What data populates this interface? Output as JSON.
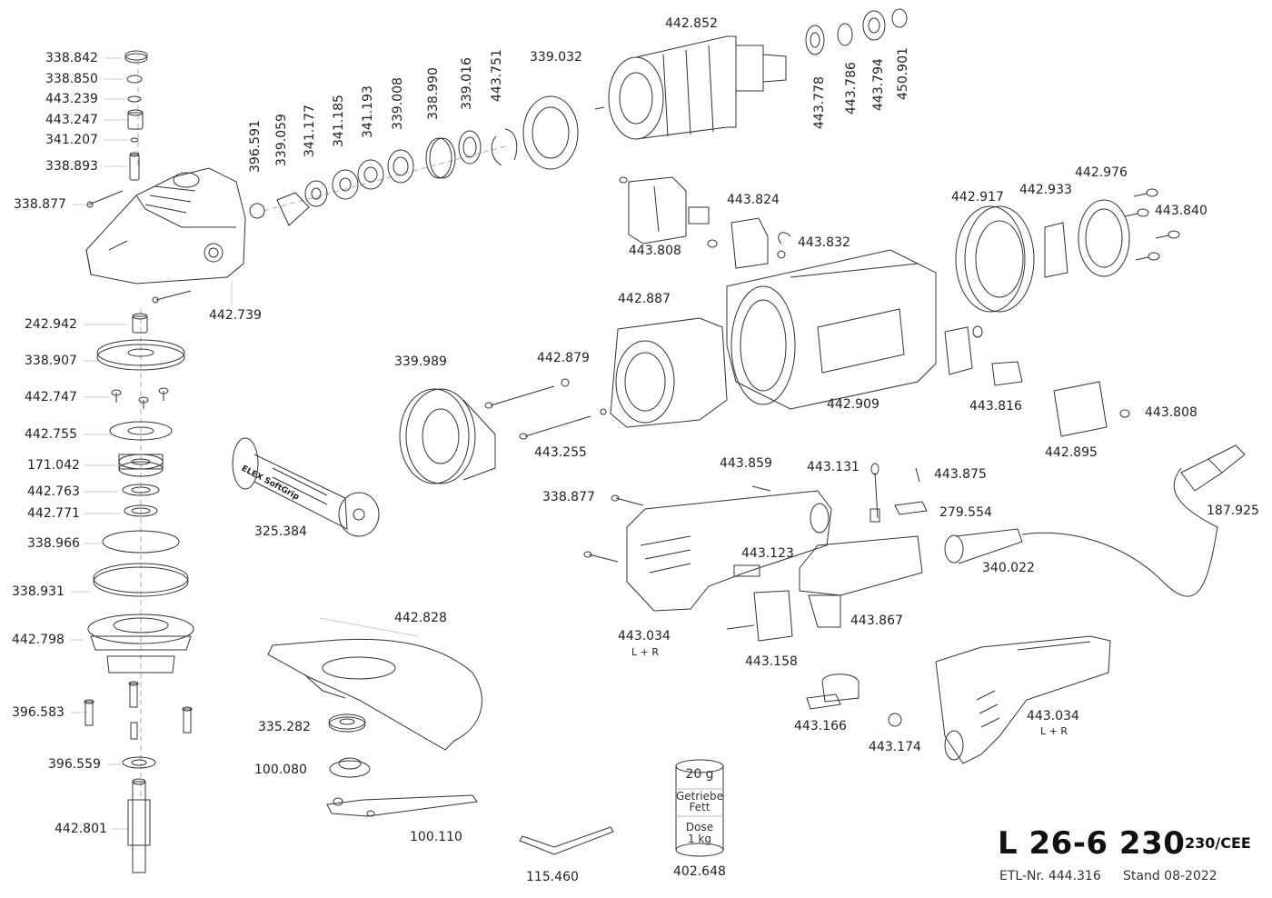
{
  "title": {
    "model": "L 26-6 230",
    "voltage": "230/CEE",
    "etl": "ETL-Nr. 444.316",
    "stand": "Stand 08-2022"
  },
  "can": {
    "weight": "20 g",
    "line1": "Getriebe",
    "line2": "Fett",
    "line3": "Dose",
    "line4": "1 kg"
  },
  "labels": [
    {
      "id": "p-338842",
      "text": "338.842"
    },
    {
      "id": "p-338850",
      "text": "338.850"
    },
    {
      "id": "p-443239",
      "text": "443.239"
    },
    {
      "id": "p-443247",
      "text": "443.247"
    },
    {
      "id": "p-341207",
      "text": "341.207"
    },
    {
      "id": "p-338893",
      "text": "338.893"
    },
    {
      "id": "p-338877a",
      "text": "338.877"
    },
    {
      "id": "p-442739",
      "text": "442.739"
    },
    {
      "id": "p-242942",
      "text": "242.942"
    },
    {
      "id": "p-338907",
      "text": "338.907"
    },
    {
      "id": "p-442747",
      "text": "442.747"
    },
    {
      "id": "p-442755",
      "text": "442.755"
    },
    {
      "id": "p-171042",
      "text": "171.042"
    },
    {
      "id": "p-442763",
      "text": "442.763"
    },
    {
      "id": "p-442771",
      "text": "442.771"
    },
    {
      "id": "p-338966",
      "text": "338.966"
    },
    {
      "id": "p-338931",
      "text": "338.931"
    },
    {
      "id": "p-442798",
      "text": "442.798"
    },
    {
      "id": "p-396583",
      "text": "396.583"
    },
    {
      "id": "p-396559",
      "text": "396.559"
    },
    {
      "id": "p-442801",
      "text": "442.801"
    },
    {
      "id": "p-396591",
      "text": "396.591"
    },
    {
      "id": "p-339059",
      "text": "339.059"
    },
    {
      "id": "p-341177",
      "text": "341.177"
    },
    {
      "id": "p-341185",
      "text": "341.185"
    },
    {
      "id": "p-341193",
      "text": "341.193"
    },
    {
      "id": "p-339008",
      "text": "339.008"
    },
    {
      "id": "p-338990",
      "text": "338.990"
    },
    {
      "id": "p-339016",
      "text": "339.016"
    },
    {
      "id": "p-443751",
      "text": "443.751"
    },
    {
      "id": "p-339032",
      "text": "339.032"
    },
    {
      "id": "p-442852",
      "text": "442.852"
    },
    {
      "id": "p-443778",
      "text": "443.778"
    },
    {
      "id": "p-443786",
      "text": "443.786"
    },
    {
      "id": "p-443794",
      "text": "443.794"
    },
    {
      "id": "p-450901",
      "text": "450.901"
    },
    {
      "id": "p-443824",
      "text": "443.824"
    },
    {
      "id": "p-443808a",
      "text": "443.808"
    },
    {
      "id": "p-443832",
      "text": "443.832"
    },
    {
      "id": "p-442917",
      "text": "442.917"
    },
    {
      "id": "p-442933",
      "text": "442.933"
    },
    {
      "id": "p-442976",
      "text": "442.976"
    },
    {
      "id": "p-443840",
      "text": "443.840"
    },
    {
      "id": "p-442887",
      "text": "442.887"
    },
    {
      "id": "p-442909",
      "text": "442.909"
    },
    {
      "id": "p-339989",
      "text": "339.989"
    },
    {
      "id": "p-442879",
      "text": "442.879"
    },
    {
      "id": "p-443255",
      "text": "443.255"
    },
    {
      "id": "p-443816",
      "text": "443.816"
    },
    {
      "id": "p-443808b",
      "text": "443.808"
    },
    {
      "id": "p-442895",
      "text": "442.895"
    },
    {
      "id": "p-325384",
      "text": "325.384"
    },
    {
      "id": "p-443859",
      "text": "443.859"
    },
    {
      "id": "p-443131",
      "text": "443.131"
    },
    {
      "id": "p-443875",
      "text": "443.875"
    },
    {
      "id": "p-338877b",
      "text": "338.877"
    },
    {
      "id": "p-279554",
      "text": "279.554"
    },
    {
      "id": "p-187925",
      "text": "187.925"
    },
    {
      "id": "p-443123",
      "text": "443.123"
    },
    {
      "id": "p-340022",
      "text": "340.022"
    },
    {
      "id": "p-443867",
      "text": "443.867"
    },
    {
      "id": "p-443034a",
      "text": "443.034"
    },
    {
      "id": "p-443158",
      "text": "443.158"
    },
    {
      "id": "p-442828",
      "text": "442.828"
    },
    {
      "id": "p-335282",
      "text": "335.282"
    },
    {
      "id": "p-100080",
      "text": "100.080"
    },
    {
      "id": "p-100110",
      "text": "100.110"
    },
    {
      "id": "p-115460",
      "text": "115.460"
    },
    {
      "id": "p-402648",
      "text": "402.648"
    },
    {
      "id": "p-443166",
      "text": "443.166"
    },
    {
      "id": "p-443174",
      "text": "443.174"
    },
    {
      "id": "p-443034b",
      "text": "443.034"
    }
  ],
  "sublabels": [
    {
      "id": "s-443034a",
      "text": "L + R"
    },
    {
      "id": "s-443034b",
      "text": "L + R"
    }
  ],
  "handle_brand": "ELEX SoftGrip"
}
